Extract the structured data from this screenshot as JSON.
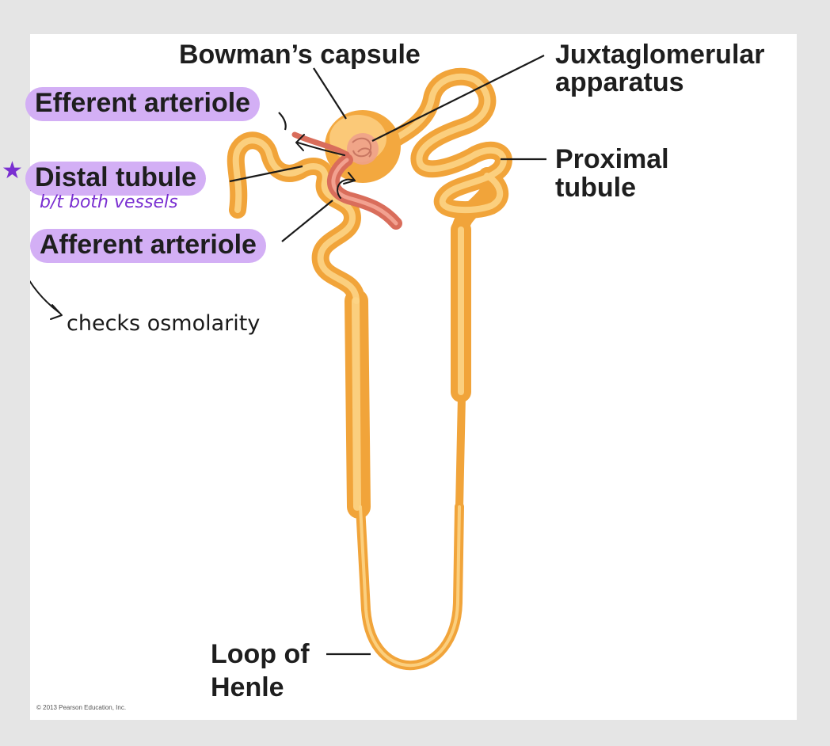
{
  "labels": {
    "bowmans_capsule": "Bowman’s capsule",
    "juxtaglomerular_line1": "Juxtaglomerular",
    "juxtaglomerular_line2": "apparatus",
    "efferent_arteriole": "Efferent arteriole",
    "distal_tubule": "Distal tubule",
    "proximal_line1": "Proximal",
    "proximal_line2": "tubule",
    "afferent_arteriole": "Afferent arteriole",
    "loop_line1": "Loop of",
    "loop_line2": "Henle"
  },
  "annotations": {
    "star": "★",
    "between_vessels": "b/t both vessels",
    "osmolarity": "checks osmolarity"
  },
  "credit": "© 2013 Pearson Education, Inc.",
  "colors": {
    "highlight": "#d3aff5",
    "tubule": "#f6b347",
    "tubule_light": "#fcd486",
    "vessel": "#e4826f",
    "ink_purple": "#7a2fd1",
    "ink_black": "#1a1a1a"
  }
}
